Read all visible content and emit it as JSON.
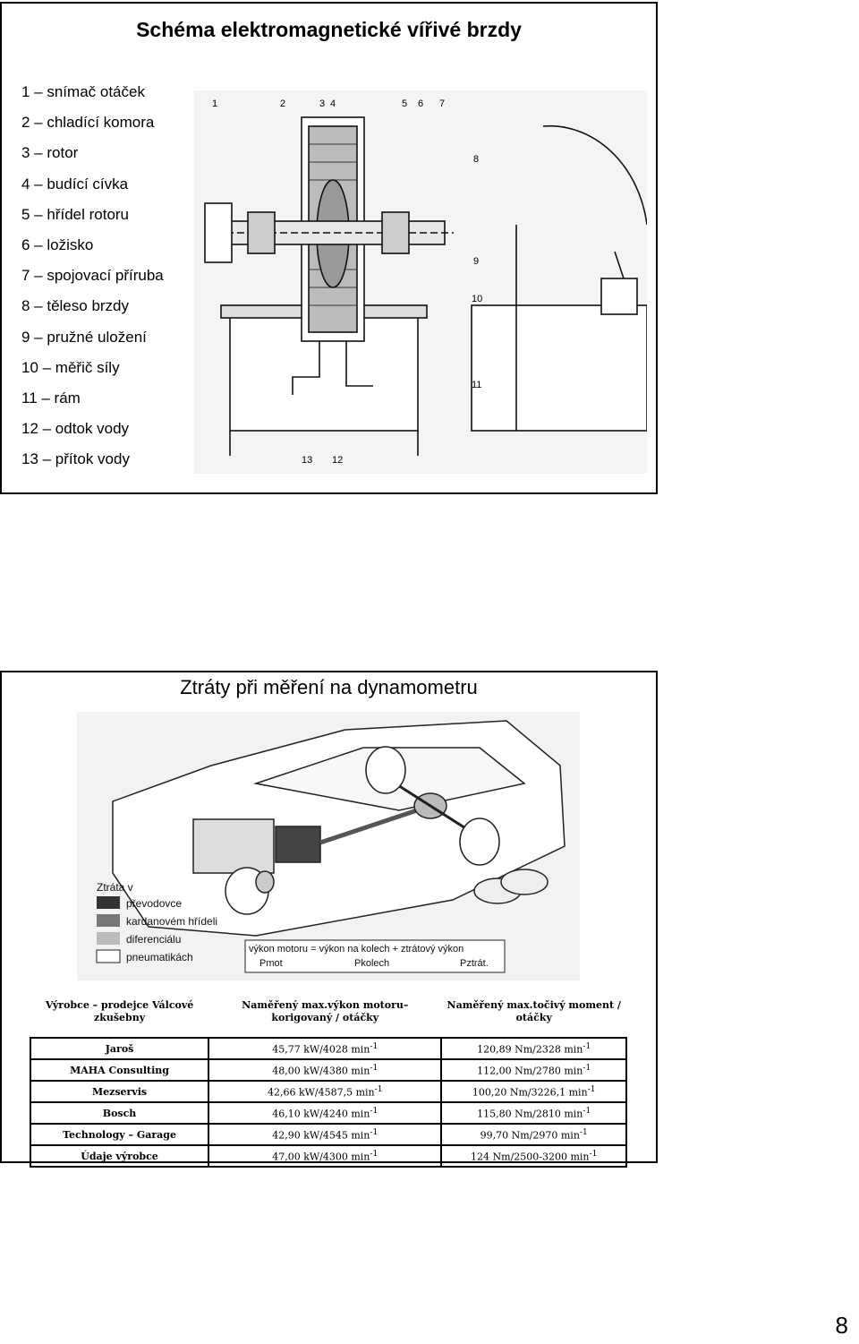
{
  "slide1": {
    "title": "Schéma elektromagnetické vířivé brzdy",
    "legend": [
      "1 – snímač otáček",
      "2 – chladící komora",
      "3 – rotor",
      "4 – budící cívka",
      "5 – hřídel rotoru",
      "6 – ložisko",
      "7 – spojovací příruba",
      "8 – těleso brzdy",
      "9 – pružné uložení",
      "10 – měřič síly",
      "11 – rám",
      "12 – odtok vody",
      "13 – přítok vody"
    ],
    "diagram_callouts": [
      "1",
      "2",
      "3",
      "4",
      "5",
      "6",
      "7",
      "8",
      "9",
      "10",
      "11",
      "12",
      "13"
    ]
  },
  "slide2": {
    "title": "Ztráty při měření na dynamometru",
    "figure": {
      "legend_title": "Ztráta v",
      "legend_items": [
        "převodovce",
        "kardanovém hřídeli",
        "diferenciálu",
        "pneumatikách"
      ],
      "equation_line1": "výkon motoru = výkon na kolech + ztrátový výkon",
      "equation_pmot": "Pmot",
      "equation_pkolech": "Pkolech",
      "equation_pztrat": "Pztrát."
    },
    "table": {
      "headers": [
        "Výrobce – prodejce Válcové zkušebny",
        "Naměřený max.výkon motoru– korigovaný / otáčky",
        "Naměřený max.točivý moment / otáčky"
      ],
      "rows": [
        [
          "Jaroš",
          "45,77 kW/4028 min",
          "120,89 Nm/2328 min"
        ],
        [
          "MAHA Consulting",
          "48,00 kW/4380 min",
          "112,00 Nm/2780 min"
        ],
        [
          "Mezservis",
          "42,66 kW/4587,5 min",
          "100,20 Nm/3226,1 min"
        ],
        [
          "Bosch",
          "46,10 kW/4240 min",
          "115,80 Nm/2810 min"
        ],
        [
          "Technology – Garage",
          "42,90 kW/4545 min",
          "99,70 Nm/2970 min"
        ],
        [
          "Údaje výrobce",
          "47,00 kW/4300 min",
          "124 Nm/2500-3200 min"
        ]
      ],
      "unit_exponent": "-1"
    }
  },
  "page_number": "8"
}
